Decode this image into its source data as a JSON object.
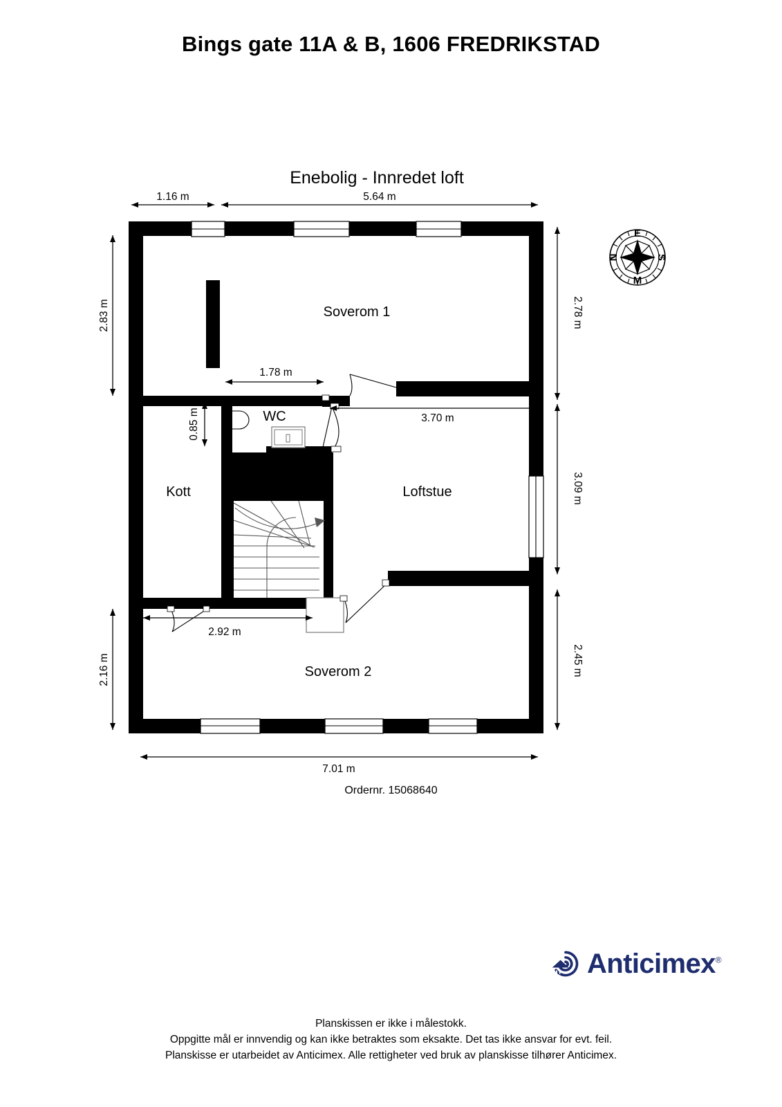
{
  "document": {
    "title": "Bings gate 11A & B, 1606 FREDRIKSTAD",
    "plan_title": "Enebolig  - Innredet loft",
    "order_number": "Ordernr. 15068640"
  },
  "footer": {
    "line1": "Planskissen er ikke i målestokk.",
    "line2": "Oppgitte mål er innvendig og kan ikke betraktes som eksakte. Det tas ikke ansvar for evt. feil.",
    "line3": "Planskisse er utarbeidet av Anticimex. Alle rettigheter ved bruk av planskisse tilhører Anticimex."
  },
  "brand": {
    "name": "Anticimex",
    "registered_mark": "®",
    "color": "#1e2d6e"
  },
  "compass": {
    "north": "N",
    "east": "E",
    "south": "S",
    "west": "M"
  },
  "rooms": [
    {
      "id": "soverom1",
      "label": "Soverom 1"
    },
    {
      "id": "wc",
      "label": "WC"
    },
    {
      "id": "kott",
      "label": "Kott"
    },
    {
      "id": "loftstue",
      "label": "Loftstue"
    },
    {
      "id": "soverom2",
      "label": "Soverom 2"
    }
  ],
  "dimensions": {
    "top_left": "1.16 m",
    "top_right": "5.64 m",
    "left_upper": "2.83 m",
    "left_lower": "2.16 m",
    "right_upper": "2.78 m",
    "right_middle": "3.09 m",
    "right_lower": "2.45 m",
    "inner_soverom1": "1.78 m",
    "wc_height": "0.85 m",
    "loftstue_width": "3.70 m",
    "kott_width": "2.92 m",
    "bottom_total": "7.01 m"
  }
}
